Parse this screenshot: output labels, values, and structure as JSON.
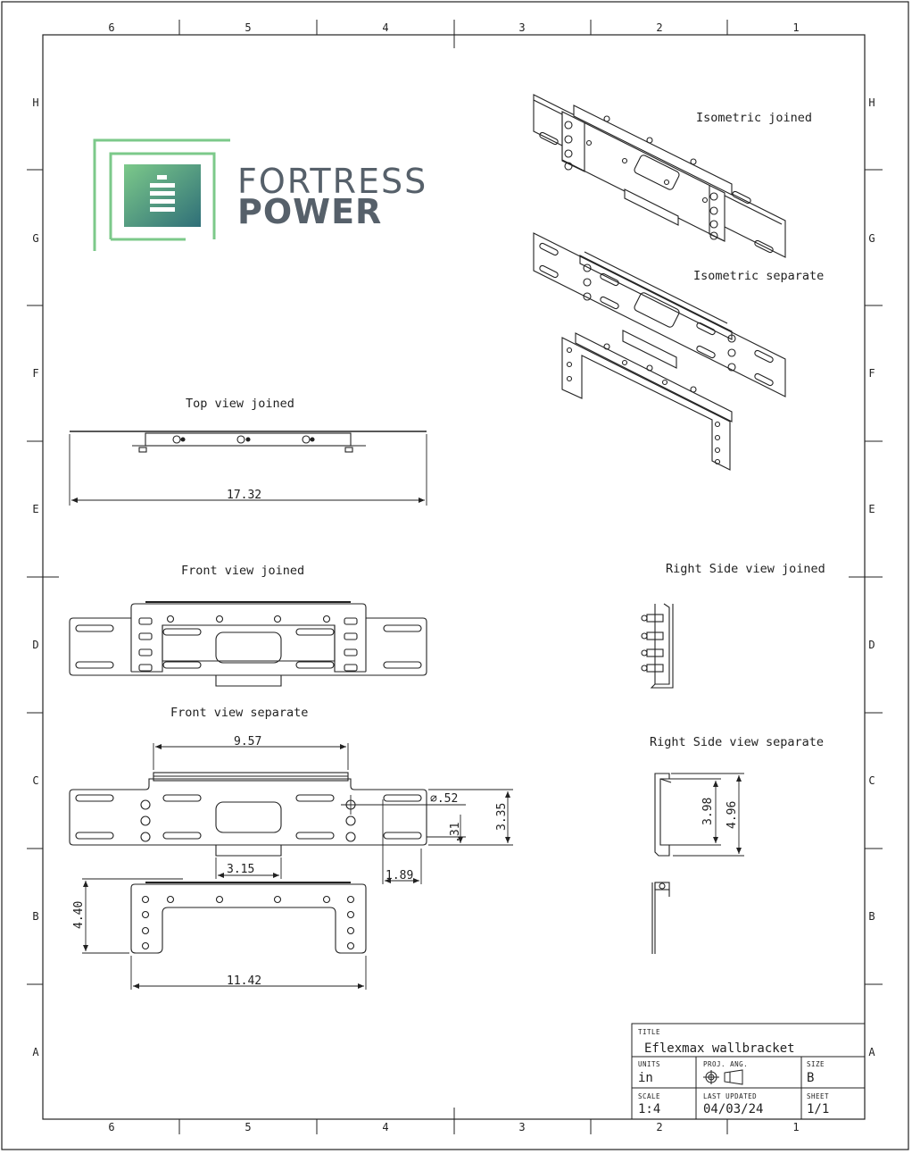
{
  "zones": {
    "columns": [
      "6",
      "5",
      "4",
      "3",
      "2",
      "1"
    ],
    "rows": [
      "H",
      "G",
      "F",
      "E",
      "D",
      "C",
      "B",
      "A"
    ]
  },
  "logo": {
    "line1": "FORTRESS",
    "line2": "POWER",
    "colors": {
      "green": "#7cc98a",
      "teal": "#2f7f78",
      "text": "#56606a"
    }
  },
  "views": {
    "isometric_joined": "Isometric joined",
    "isometric_separate": "Isometric separate",
    "top_joined": "Top view joined",
    "front_joined": "Front view joined",
    "front_separate": "Front view separate",
    "right_joined": "Right Side view joined",
    "right_separate": "Right Side view separate"
  },
  "dimensions": {
    "overall_width": "17.32",
    "upper_width": "9.57",
    "hole_dia": "⌀.52",
    "plate_height": "3.35",
    "offset": ".31",
    "tab_width": "3.15",
    "edge_to_hole": "1.89",
    "lower_height": "4.40",
    "lower_width": "11.42",
    "side_inner": "3.98",
    "side_outer": "4.96"
  },
  "title_block": {
    "title_label": "TITLE",
    "title": "Eflexmax wallbracket",
    "units_label": "UNITS",
    "units": "in",
    "proj_label": "PROJ. ANG.",
    "size_label": "SIZE",
    "size": "B",
    "scale_label": "SCALE",
    "scale": "1:4",
    "updated_label": "LAST UPDATED",
    "updated": "04/03/24",
    "sheet_label": "SHEET",
    "sheet": "1/1"
  }
}
